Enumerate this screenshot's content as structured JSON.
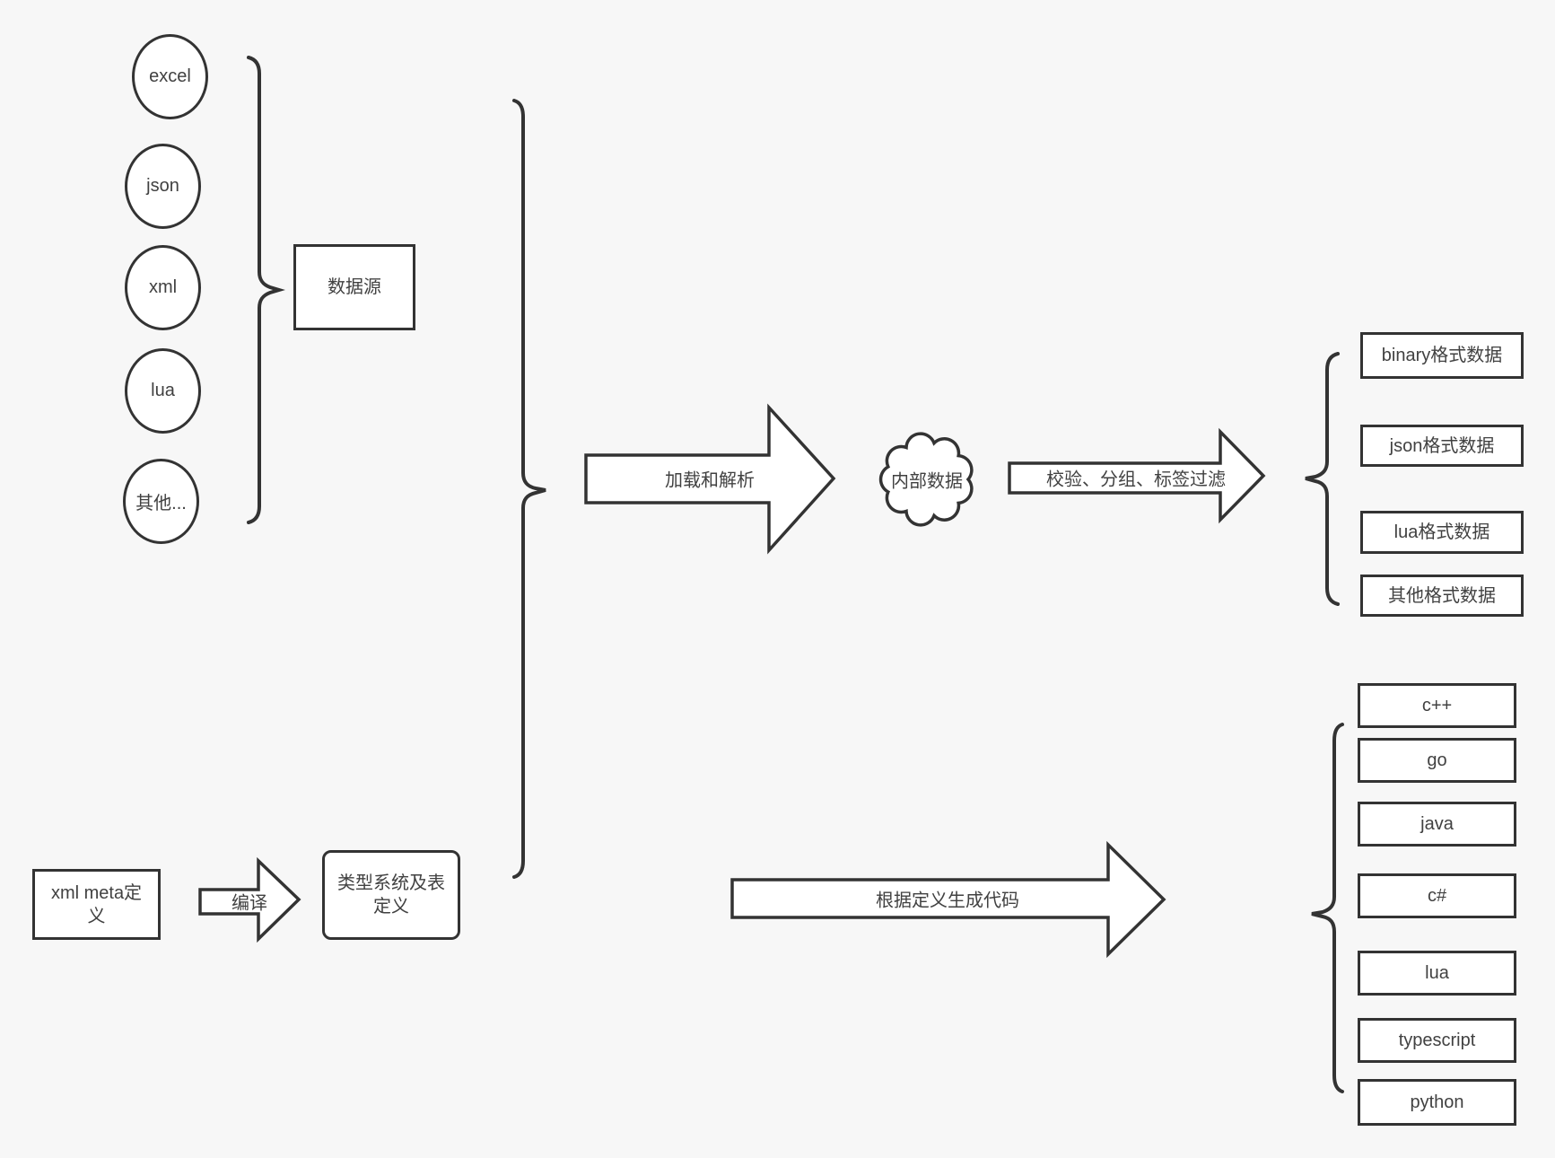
{
  "canvas": {
    "background": "#f7f7f7",
    "stroke_color": "#333333",
    "shape_fill": "#ffffff",
    "text_color": "#414141"
  },
  "sources": {
    "items": [
      "excel",
      "json",
      "xml",
      "lua",
      "其他..."
    ],
    "group_label": "数据源"
  },
  "pipeline": {
    "load_arrow_label": "加载和解析",
    "internal_data_label": "内部数据",
    "filter_arrow_label": "校验、分组、标签过滤",
    "generate_arrow_label": "根据定义生成代码"
  },
  "meta": {
    "xml_meta_label": "xml meta定\n义",
    "compile_arrow_label": "编译",
    "type_system_label": "类型系统及表\n定义"
  },
  "outputs": {
    "formats": [
      "binary格式数据",
      "json格式数据",
      "lua格式数据",
      "其他格式数据"
    ],
    "languages": [
      "c++",
      "go",
      "java",
      "c#",
      "lua",
      "typescript",
      "python"
    ]
  }
}
